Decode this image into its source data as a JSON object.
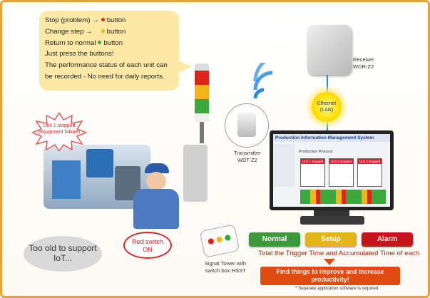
{
  "bubble": {
    "line1": "Stop (problem) →",
    "line1_tail": "button",
    "line2": "Change step →",
    "line2_tail": "button",
    "line3": "Return to normal",
    "line3_tail": "button",
    "line4": "Just press the buttons!",
    "line5": "The performance status of each unit can",
    "line6": "be recorded - No need for daily reports.",
    "dot_colors": [
      "#e0241c",
      "#f3b41a",
      "#3aa83a"
    ]
  },
  "receiver": {
    "line1": "Receiver",
    "line2": "WDR-Z2"
  },
  "ethernet": {
    "line1": "Ethernet",
    "line2": "(LAN)"
  },
  "transmitter": {
    "line1": "Transmitter",
    "line2": "WDT-Z2"
  },
  "burst": {
    "line1": "Unit 1 stopped",
    "line2": "(equipment failure)"
  },
  "red_switch": {
    "line1": "Red switch",
    "line2": "ON"
  },
  "old_machine": {
    "line1": "Too old to support",
    "line2": "IoT..."
  },
  "signal_tower": {
    "line1": "Signal Tower with",
    "line2": "switch box HSST"
  },
  "screen": {
    "title": "Production Information Management System",
    "panel": "Production Process",
    "units": [
      "Unit 1 stopped",
      "Unit 2 stopped",
      "Unit 3 stopped"
    ]
  },
  "status_buttons": {
    "normal": "Normal",
    "setup": "Setup",
    "alarm": "Alarm",
    "colors": {
      "normal": "#3c9a3c",
      "setup": "#e3b51b",
      "alarm": "#c4161c"
    }
  },
  "total_text": "Total the Trigger Time and Accumulated Time of each",
  "find_banner": {
    "line1": "Find things to improve and increase",
    "line2": "productivity!"
  },
  "separate_note": "* Separate application software is required."
}
